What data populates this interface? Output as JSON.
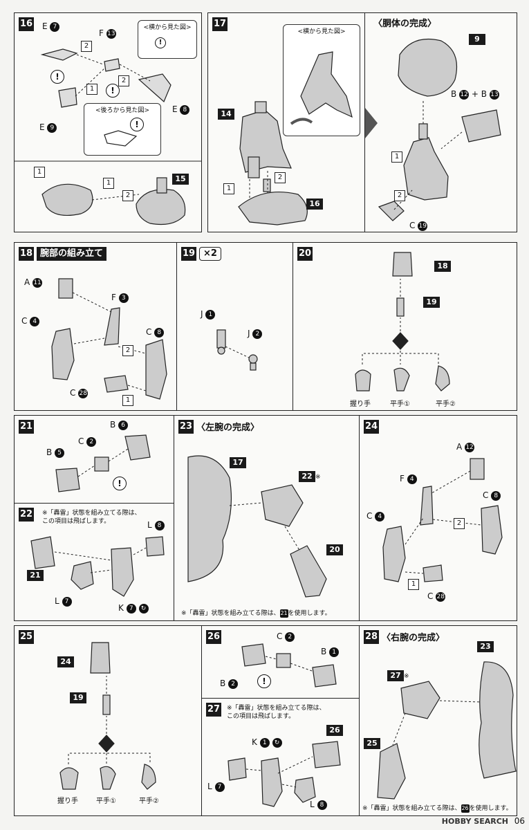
{
  "nums": {
    "1": "1",
    "2": "2",
    "3": "3",
    "4": "4",
    "5": "5",
    "6": "6",
    "7": "7",
    "8": "8",
    "9": "9",
    "11": "11",
    "12": "12",
    "13": "13",
    "19": "19",
    "28": "28"
  },
  "order": {
    "o1": "1",
    "o2": "2"
  },
  "warn": "!",
  "plus": "+",
  "times_two": "×2",
  "s16": {
    "step": "16",
    "callout_side": "<横から見た図>",
    "callout_back": "<後ろから見た図>",
    "tag": "15"
  },
  "s17": {
    "step": "17",
    "callout_side": "<横から見た図>",
    "tag14": "14",
    "tag16": "16"
  },
  "body": {
    "title": "〈胴体の完成〉",
    "tag": "9"
  },
  "s18": {
    "step": "18",
    "title": "腕部の組み立て"
  },
  "s19": {
    "step": "19"
  },
  "s20": {
    "step": "20",
    "tag18": "18",
    "tag19": "19",
    "hands": [
      "握り手",
      "平手①",
      "平手②"
    ]
  },
  "s21": {
    "step": "21"
  },
  "s22": {
    "step": "22",
    "note_l1": "※「轟雷」状態を組み立てる際は、",
    "note_l2": "この項目は飛ばします。",
    "tag": "21"
  },
  "s23": {
    "step": "23",
    "title": "〈左腕の完成〉",
    "tag17": "17",
    "tag22": "22",
    "tag20": "20",
    "star": "※",
    "footnote_a": "※「轟雷」状態を組み立てる際は、",
    "footnote_b": "21",
    "footnote_c": "を使用します。"
  },
  "s24": {
    "step": "24"
  },
  "s25": {
    "step": "25",
    "tag24": "24",
    "tag19": "19",
    "hands": [
      "握り手",
      "平手①",
      "平手②"
    ]
  },
  "s26": {
    "step": "26"
  },
  "s27": {
    "step": "27",
    "note_l1": "※「轟雷」状態を組み立てる際は、",
    "note_l2": "この項目は飛ばします。",
    "tag": "26"
  },
  "s28": {
    "step": "28",
    "title": "〈右腕の完成〉",
    "tag23": "23",
    "tag27": "27",
    "tag25": "25",
    "star": "※",
    "footnote_a": "※「轟雷」状態を組み立てる際は、",
    "footnote_b": "26",
    "footnote_c": "を使用します。"
  },
  "letters": {
    "A": "A",
    "B": "B",
    "C": "C",
    "E": "E",
    "F": "F",
    "J": "J",
    "K": "K",
    "L": "L"
  },
  "page": "06",
  "watermark": "HOBBY SEARCH"
}
